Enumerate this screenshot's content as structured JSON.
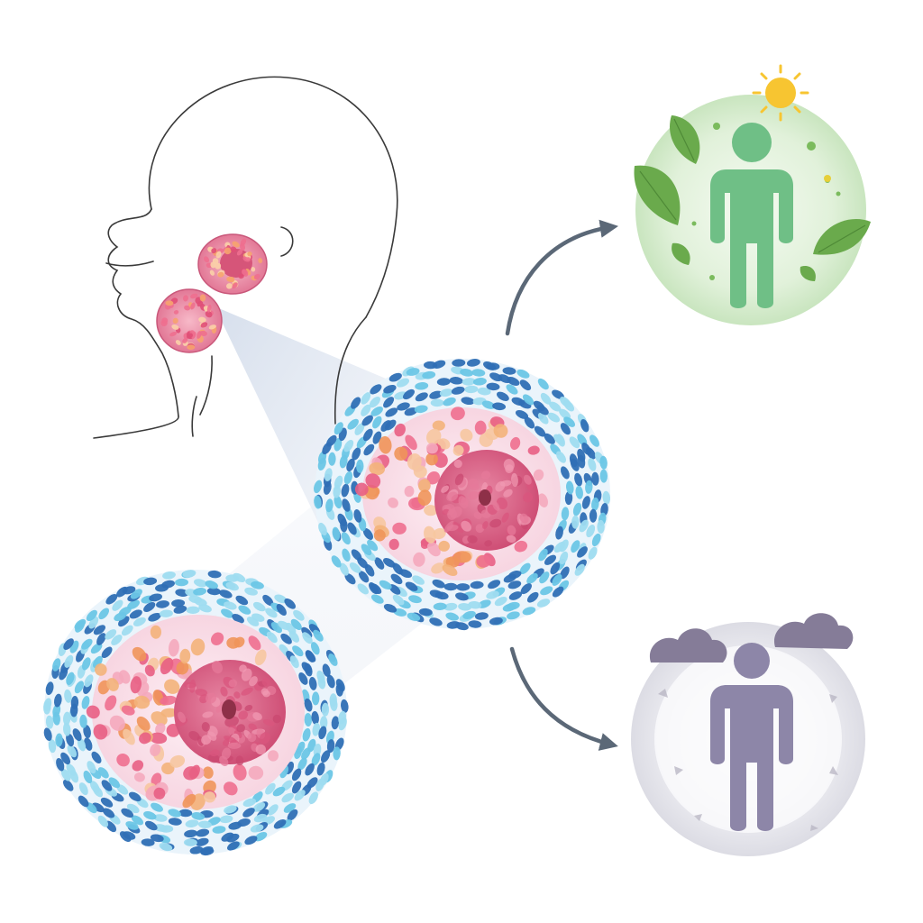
{
  "diagram": {
    "nodes": [
      {
        "id": "head-profile",
        "icon": "head-silhouette-icon"
      },
      {
        "id": "gland-pair",
        "icon": "lymph-node-icon"
      },
      {
        "id": "cell-magnified",
        "icon": "cell-cross-section-icon"
      },
      {
        "id": "cell-large",
        "icon": "cell-cross-section-icon"
      },
      {
        "id": "outcome-healthy",
        "icon": "healthy-person-icon"
      },
      {
        "id": "outcome-unwell",
        "icon": "unwell-person-icon"
      }
    ],
    "edges": [
      {
        "from": "gland-pair",
        "to": "cell-magnified",
        "style": "zoom-cone"
      },
      {
        "from": "cell-magnified",
        "to": "outcome-healthy",
        "style": "arrow"
      },
      {
        "from": "cell-magnified",
        "to": "outcome-unwell",
        "style": "arrow"
      }
    ]
  },
  "colors": {
    "membrane_dark": "#2f6fb5",
    "membrane_light": "#6cc6e6",
    "nucleus": "#d9557d",
    "cytoplasm": "#fbe3ec",
    "granule_pink": "#ee6f8f",
    "granule_orange": "#f0955a",
    "healthy_bg": "#d7eccf",
    "healthy_figure": "#6fbf86",
    "leaf": "#6aaa4c",
    "sun": "#f7c531",
    "unwell_bg": "#ececf1",
    "unwell_figure": "#8d86a8",
    "cloud": "#857c98",
    "arrow": "#5b6877",
    "line": "#3a3a3a"
  }
}
